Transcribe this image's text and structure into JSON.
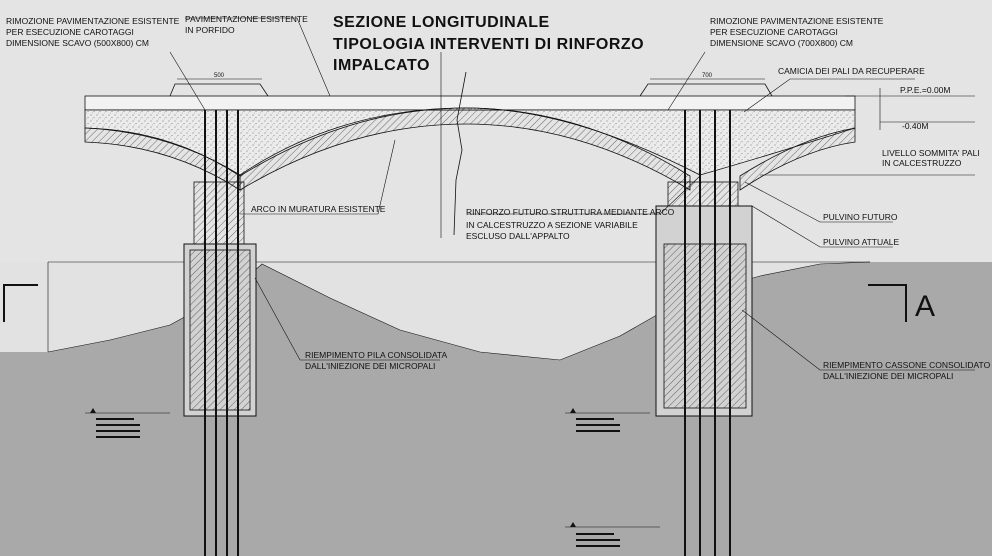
{
  "title": {
    "line1": "SEZIONE LONGITUDINALE",
    "line2": "TIPOLOGIA INTERVENTI DI RINFORZO",
    "line3": "IMPALCATO"
  },
  "labels": {
    "rimozione_left_1": "RIMOZIONE PAVIMENTAZIONE ESISTENTE",
    "rimozione_left_2": "PER ESECUZIONE CAROTAGGI",
    "rimozione_left_3": "DIMENSIONE SCAVO (500x800) cm",
    "pavimentazione_1": "PAVIMENTAZIONE ESISTENTE",
    "pavimentazione_2": "IN PORFIDO",
    "rimozione_right_1": "RIMOZIONE PAVIMENTAZIONE ESISTENTE",
    "rimozione_right_2": "PER ESECUZIONE CAROTAGGI",
    "rimozione_right_3": "DIMENSIONE SCAVO (700x800) cm",
    "camicia": "CAMICIA DEI PALI DA RECUPERARE",
    "ppe": "P.P.E.=0.00m",
    "minus040": "-0.40m",
    "livello_1": "LIVELLO SOMMITA' PALI",
    "livello_2": "IN CALCESTRUZZO",
    "arco": "ARCO IN MURATURA ESISTENTE",
    "rinforzo_1": "RINFORZO FUTURO STRUTTURA MEDIANTE ARCO",
    "rinforzo_2": "IN CALCESTRUZZO A SEZIONE VARIABILE",
    "rinforzo_3": "ESCLUSO DALL'APPALTO",
    "pulvino_futuro": "PULVINO FUTURO",
    "pulvino_attuale": "PULVINO ATTUALE",
    "riemp_pila_1": "RIEMPIMENTO PILA CONSOLIDATA",
    "riemp_pila_2": "DALL'INIEZIONE DEI MICROPALI",
    "riemp_cassone_1": "RIEMPIMENTO CASSONE CONSOLIDATO",
    "riemp_cassone_2": "DALL'INIEZIONE DEI MICROPALI",
    "dim_left": "500",
    "dim_right": "700",
    "section_letter": "A"
  },
  "colors": {
    "background": "#e4e4e4",
    "riverbed": "#a9a9a9",
    "road_band": "#f2f2f2",
    "pier": "#d2d2d2",
    "ink": "#111111"
  }
}
